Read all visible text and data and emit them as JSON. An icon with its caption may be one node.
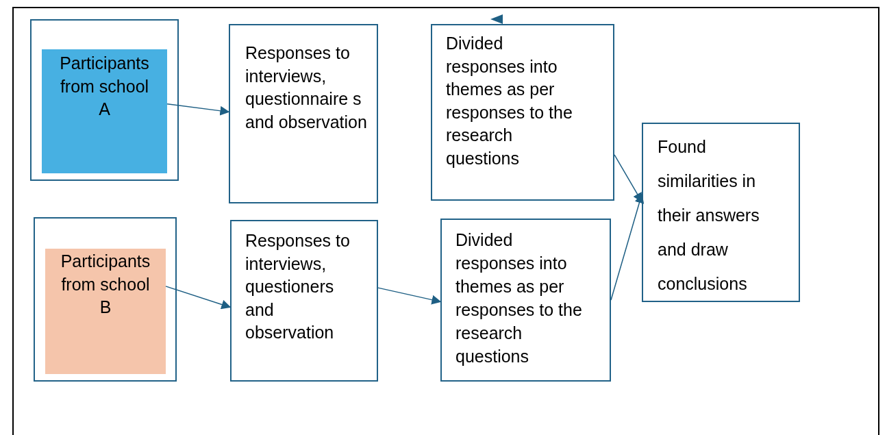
{
  "diagram": {
    "nodes": [
      {
        "text": [],
        "shape": "box"
      },
      {
        "text": [
          "Participants from school A"
        ],
        "in": 0
      },
      {
        "text": [
          "Responses to interviews, questionnaire s and observation"
        ]
      },
      {
        "text": [
          "Divided responses into themes as per responses to the research questions"
        ]
      },
      {
        "text": [
          "Found similarities in their answers and draw conclusions"
        ]
      },
      {
        "text": [],
        "shape": "box"
      },
      {
        "text": [
          "Participants from school B"
        ],
        "in": 5
      },
      {
        "text": [
          "Responses to interviews, questioners and observation"
        ]
      },
      {
        "text": [
          "Divided responses into themes as per responses to the research questions"
        ]
      }
    ],
    "edges": [
      {
        "from": 1,
        "to": 2,
        "arrow": "to"
      },
      {
        "from": 6,
        "to": 7,
        "arrow": "to"
      },
      {
        "from": 7,
        "to": 8,
        "arrow": "to"
      },
      {
        "from": 3,
        "to": 4,
        "arrow": "to"
      },
      {
        "from": 8,
        "to": 4,
        "arrow": "to"
      }
    ]
  }
}
